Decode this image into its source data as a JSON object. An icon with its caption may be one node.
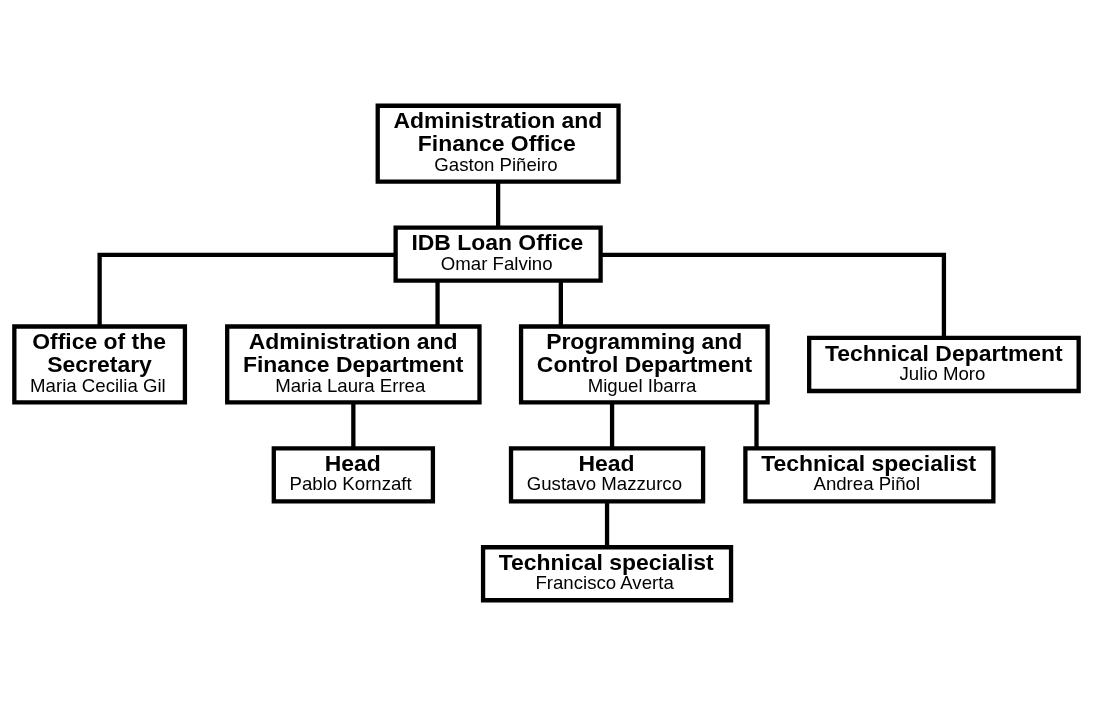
{
  "diagram": {
    "nodes": [
      {
        "text": [
          "Administration and Finance Office",
          "Gaston Piñeiro"
        ]
      },
      {
        "text": [
          "IDB Loan Office",
          "Omar Falvino"
        ]
      },
      {
        "text": [
          "Office of the Secretary",
          "Maria Cecilia Gil"
        ]
      },
      {
        "text": [
          "Administration and Finance Department",
          "Maria Laura Errea"
        ]
      },
      {
        "text": [
          "Programming and Control Department",
          "Miguel Ibarra"
        ]
      },
      {
        "text": [
          "Technical Department",
          "Julio Moro"
        ]
      },
      {
        "text": [
          "Head",
          "Pablo Kornzaft"
        ]
      },
      {
        "text": [
          "Head",
          "Gustavo Mazzurco"
        ]
      },
      {
        "text": [
          "Technical specialist",
          "Francisco Averta"
        ]
      },
      {
        "text": [
          "Technical specialist",
          "Andrea Piñol"
        ]
      }
    ],
    "edges": [
      {
        "from": 0,
        "to": 1,
        "arrow": "none"
      },
      {
        "from": 1,
        "to": 2,
        "arrow": "none"
      },
      {
        "from": 1,
        "to": 3,
        "arrow": "none"
      },
      {
        "from": 1,
        "to": 4,
        "arrow": "none"
      },
      {
        "from": 1,
        "to": 5,
        "arrow": "none"
      },
      {
        "from": 3,
        "to": 6,
        "arrow": "none"
      },
      {
        "from": 4,
        "to": 7,
        "arrow": "none"
      },
      {
        "from": 4,
        "to": 9,
        "arrow": "none"
      },
      {
        "from": 7,
        "to": 8,
        "arrow": "none"
      }
    ]
  }
}
